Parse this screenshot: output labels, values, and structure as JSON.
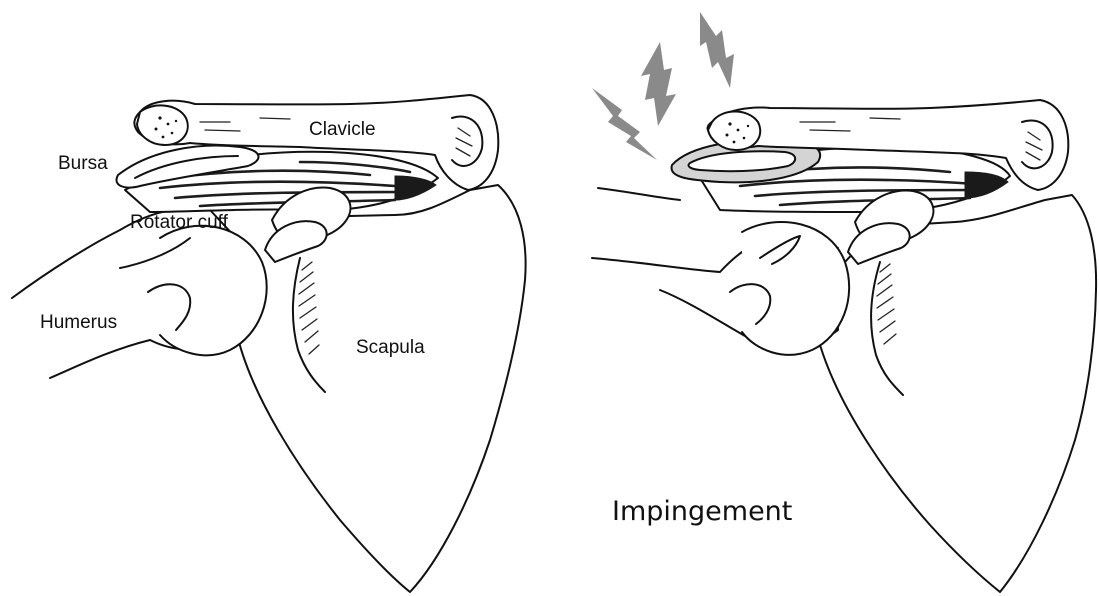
{
  "left_panel": {
    "labels": {
      "clavicle": "Clavicle",
      "bursa": "Bursa",
      "rotator_cuff": "Rotator cuff",
      "humerus": "Humerus",
      "scapula": "Scapula"
    }
  },
  "right_panel": {
    "caption": "Impingement"
  },
  "colors": {
    "ink": "#111111",
    "pain_bolt": "#8a8a8a",
    "inflamed_bursa": "#d4d4d4",
    "background": "#ffffff"
  }
}
